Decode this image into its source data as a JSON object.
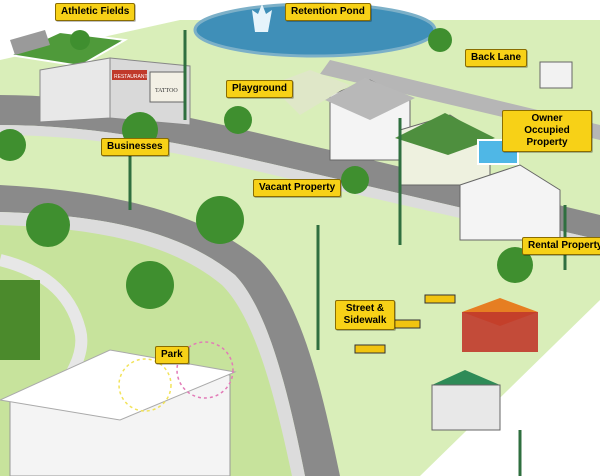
{
  "labels": {
    "athletic_fields": "Athletic Fields",
    "retention_pond": "Retention Pond",
    "back_lane": "Back Lane",
    "playground": "Playground",
    "owner_occupied_property": "Owner Occupied Property",
    "businesses": "Businesses",
    "vacant_property": "Vacant Property",
    "rental_property": "Rental Property",
    "street_sidewalk": "Street & Sidewalk",
    "park": "Park"
  },
  "signs": {
    "restaurant": "RESTAURANT",
    "tattoo": "TATTOO"
  },
  "colors": {
    "callout": "#f7d117",
    "grass": "#cfe8a8",
    "road": "#8a8a8a",
    "sidewalk": "#dcdcdc",
    "water": "#3f8fb8",
    "tree": "#3f8f2f"
  }
}
